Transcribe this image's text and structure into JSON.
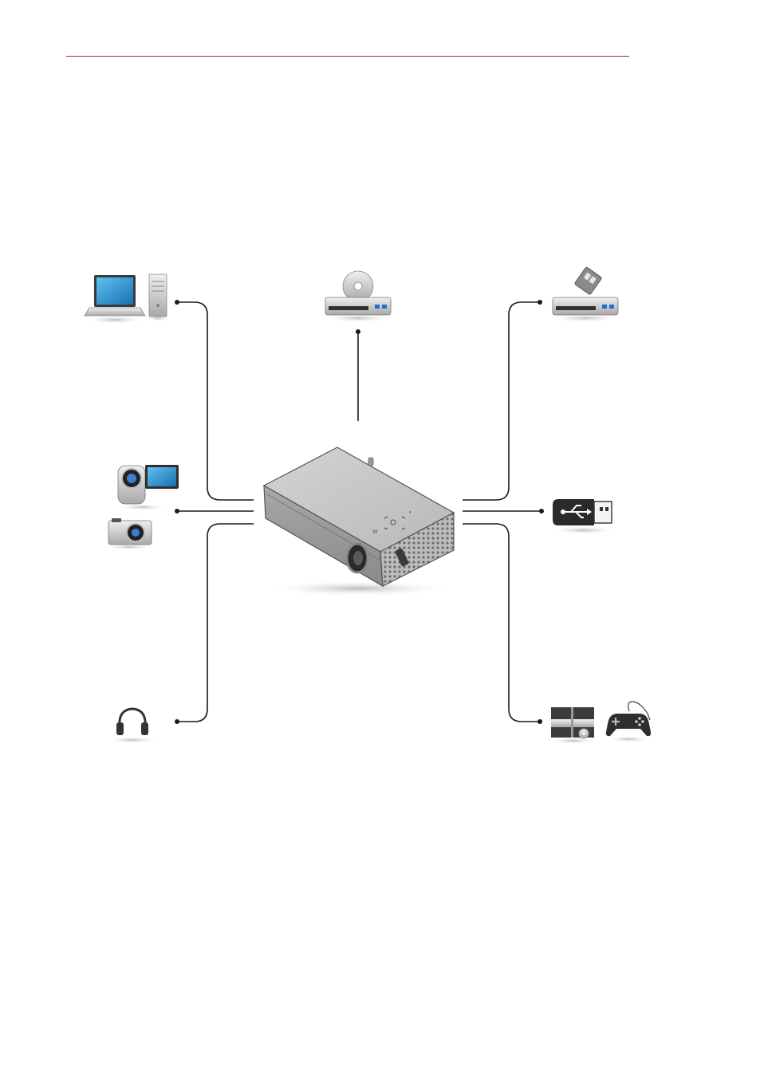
{
  "header": {
    "rule_color": "#a0206e"
  },
  "diagram": {
    "hub": {
      "icon": "projector-icon"
    },
    "devices": [
      {
        "id": "computer",
        "icons": [
          "laptop-icon",
          "desktop-tower-icon"
        ]
      },
      {
        "id": "dvd-player",
        "icons": [
          "dvd-player-icon"
        ]
      },
      {
        "id": "set-top-box",
        "icons": [
          "set-top-box-icon"
        ]
      },
      {
        "id": "camera",
        "icons": [
          "camcorder-icon",
          "digital-camera-icon"
        ]
      },
      {
        "id": "usb",
        "icons": [
          "usb-drive-icon"
        ]
      },
      {
        "id": "headphones",
        "icons": [
          "headphones-icon"
        ]
      },
      {
        "id": "game",
        "icons": [
          "game-console-icon",
          "gamepad-icon"
        ]
      }
    ],
    "line_color": "#1a1a1a"
  }
}
